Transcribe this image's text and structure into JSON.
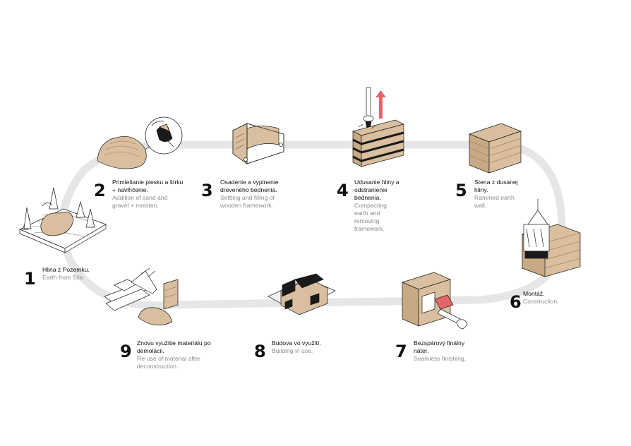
{
  "steps": [
    {
      "number": "1",
      "sk": "Hlina z Pozemku.",
      "en": "Earth from Site."
    },
    {
      "number": "2",
      "sk": "Primiešanie piesku a štrku + navlhčenie.",
      "en": "Addition of sand and gravel + moisten."
    },
    {
      "number": "3",
      "sk": "Osadenie a vyplnenie dreveného bednenia.",
      "en": "Settling and filling of wooden framework."
    },
    {
      "number": "4",
      "sk": "Udusanie hliny a odstranienie bednenia.",
      "en": "Compacting earth and removing framework."
    },
    {
      "number": "5",
      "sk": "Stena z dusanej hliny.",
      "en": "Rammed earth wall."
    },
    {
      "number": "6",
      "sk": "Montáž.",
      "en": "Construction."
    },
    {
      "number": "7",
      "sk": "Bezspárový finálny náter.",
      "en": "Seamless finishing."
    },
    {
      "number": "8",
      "sk": "Budova vo využití.",
      "en": "Building in use."
    },
    {
      "number": "9",
      "sk": "Znovu využitie materiálu po demolácii.",
      "en": "Re-use of material after deconstruction."
    }
  ],
  "colors": {
    "path": "#e6e6e6",
    "earth": "#d9bf9f",
    "earth_dark": "#c7a983",
    "line": "#1a1a1a",
    "accent": "#e2656a",
    "secondary_text": "#8c8c8c"
  },
  "icons": [
    "earth-mound-icon",
    "mixing-hand-icon",
    "formwork-icon",
    "rammer-icon",
    "wall-block-icon",
    "crane-assembly-icon",
    "finishing-icon",
    "building-icon",
    "excavator-icon"
  ]
}
